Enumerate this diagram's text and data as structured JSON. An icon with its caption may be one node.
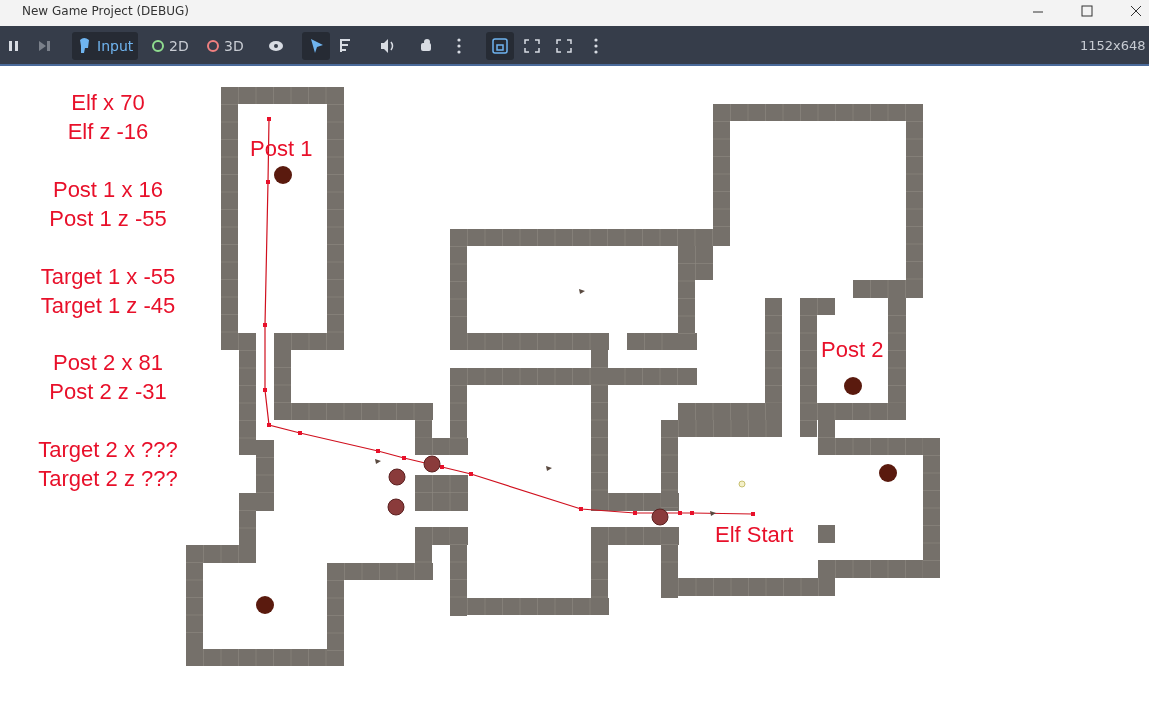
{
  "diagram": {
    "title": "New Game Project (DEBUG)",
    "labels": [
      "Input",
      "2D",
      "3D",
      "1152x648",
      "Elf x 70",
      "Elf z -16",
      "Post 1 x 16",
      "Post 1 z -55",
      "Target 1 x -55",
      "Target 1 z -45",
      "Post 2 x 81",
      "Post 2 z -31",
      "Target 2 x ???",
      "Target 2 z ???",
      "Post 1",
      "Post 2",
      "Elf Start"
    ]
  }
}
